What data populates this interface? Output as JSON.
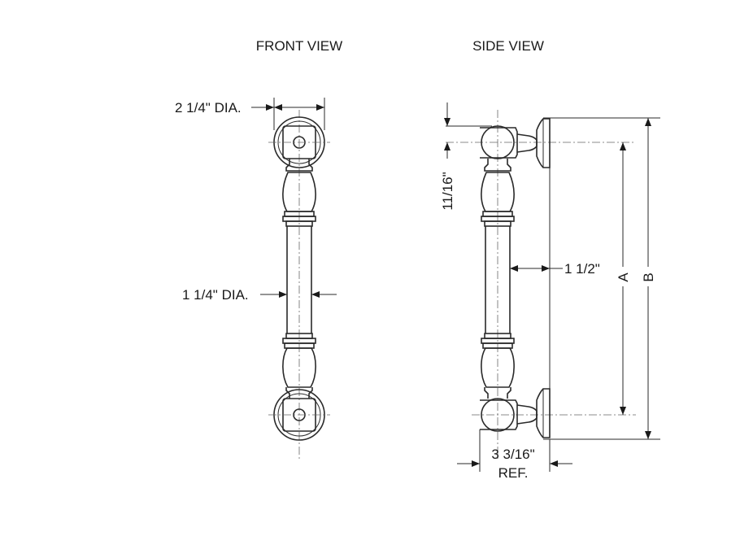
{
  "views": {
    "front_title": "FRONT VIEW",
    "side_title": "SIDE VIEW"
  },
  "dimensions": {
    "rosette_dia": "2 1/4\" DIA.",
    "grip_dia": "1 1/4\" DIA.",
    "offset_top": "11/16\"",
    "clearance": "1 1/2\"",
    "dim_a": "A",
    "dim_b": "B",
    "depth_line1": "3 3/16\"",
    "depth_line2": "REF."
  },
  "colors": {
    "line": "#2a2a2a",
    "background": "#ffffff"
  }
}
